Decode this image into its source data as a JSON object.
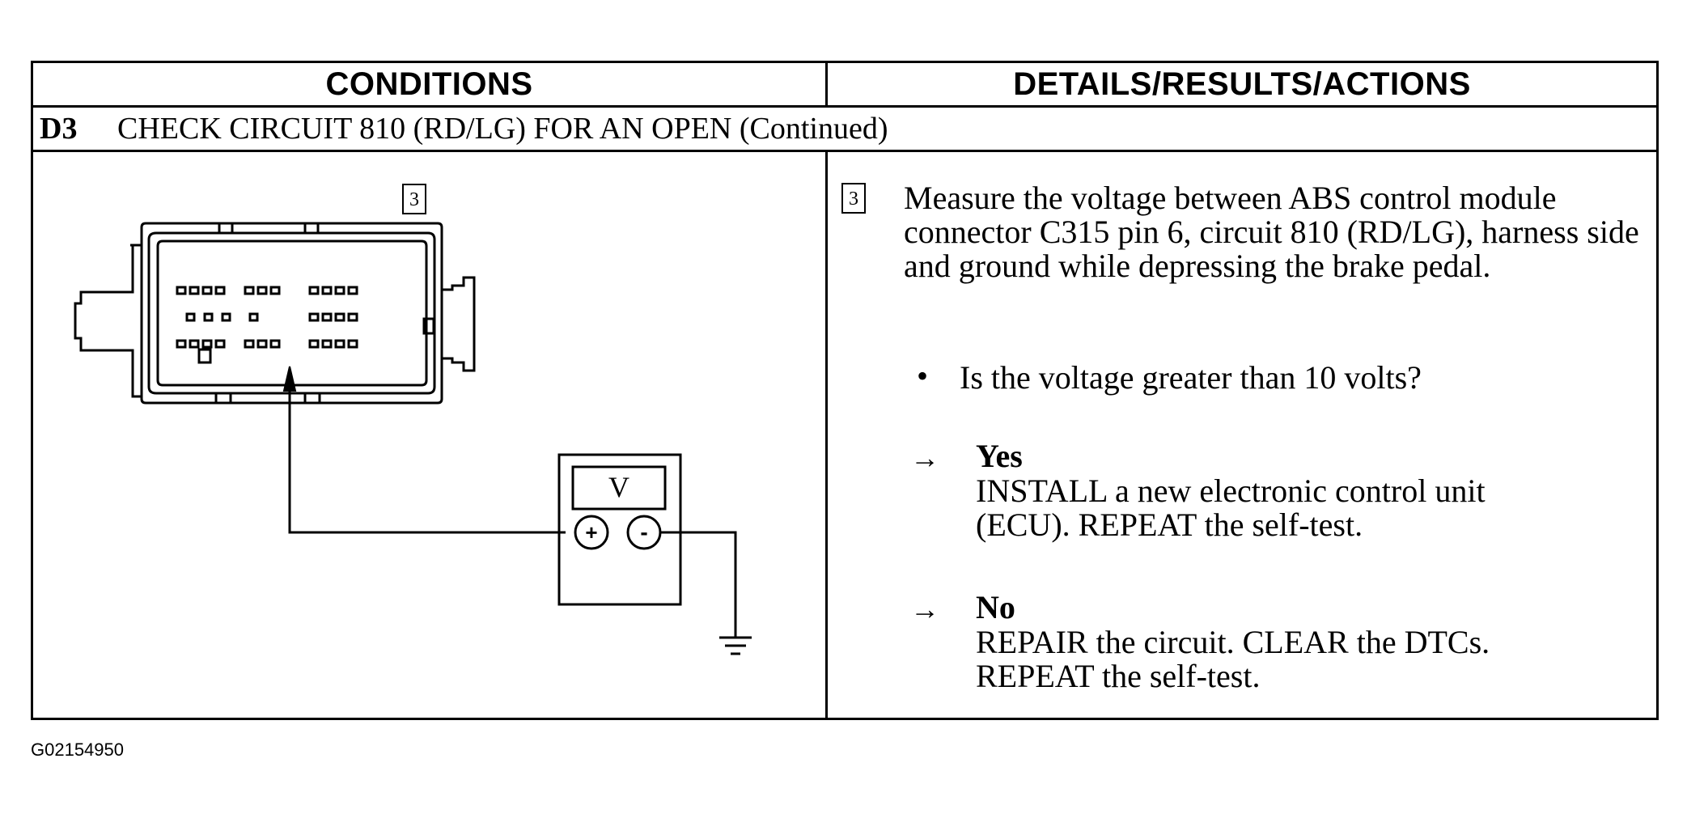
{
  "table": {
    "header": {
      "conditions": "CONDITIONS",
      "details": "DETAILS/RESULTS/ACTIONS"
    },
    "step": {
      "number": "D3",
      "title": "CHECK CIRCUIT 810 (RD/LG) FOR AN OPEN (Continued)"
    },
    "conditions": {
      "box_number": "3",
      "meter_display": "V",
      "meter_plus": "+",
      "meter_minus": "-"
    },
    "details": {
      "box_number": "3",
      "instruction": "Measure the voltage between ABS control module connector C315 pin 6, circuit 810 (RD/LG), harness side and ground while depressing the brake pedal.",
      "bullet_marker": "•",
      "question": "Is the voltage greater than 10 volts?",
      "results": [
        {
          "arrow": "→",
          "label": "Yes",
          "lines": [
            "INSTALL a new electronic control unit",
            "(ECU). REPEAT the self-test."
          ]
        },
        {
          "arrow": "→",
          "label": "No",
          "lines": [
            "REPAIR the circuit. CLEAR the DTCs.",
            "REPEAT the self-test."
          ]
        }
      ]
    }
  },
  "figure_id": "G02154950"
}
